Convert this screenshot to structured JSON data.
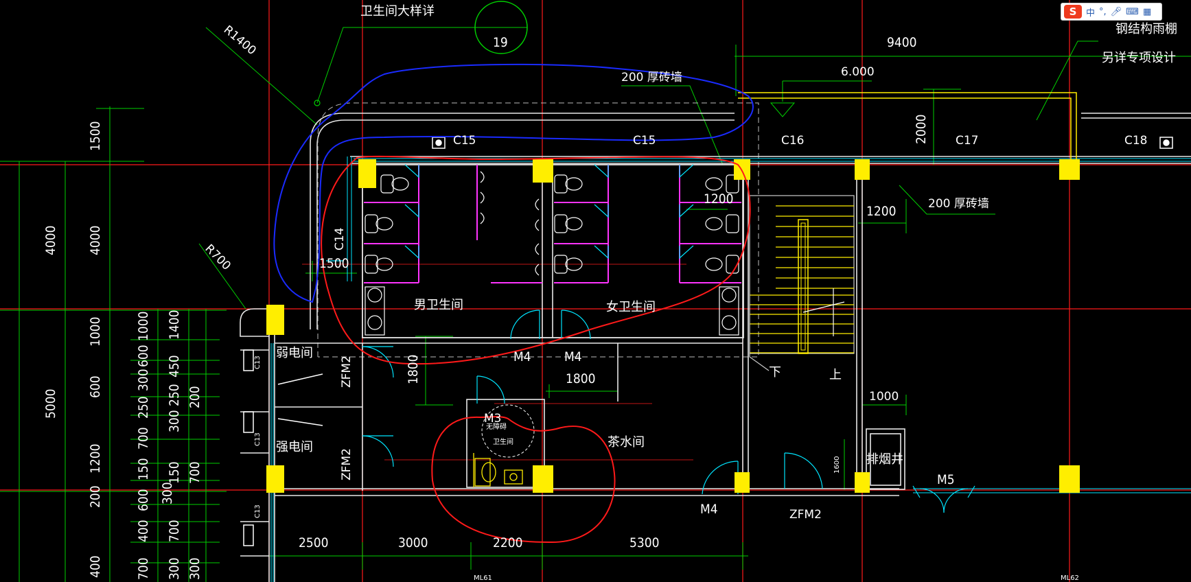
{
  "ime_toolbar": {
    "logo": "S",
    "mode": "中",
    "punct": "°,",
    "mic_icon": "mic-icon",
    "keyboard_icon": "keyboard-icon",
    "grid_icon": "grid-icon"
  },
  "labels": {
    "top_title": "卫生间大样详",
    "detail_no": "19",
    "r1400": "R1400",
    "r700": "R700",
    "wall200_top": "200 厚砖墙",
    "wall200_right": "200 厚砖墙",
    "dim_9400": "9400",
    "dim_6000": "6.000",
    "steel_canopy": "钢结构雨棚",
    "special_design": "另详专项设计",
    "c15_a": "C15",
    "c15_b": "C15",
    "c16": "C16",
    "c17": "C17",
    "c18": "C18",
    "dim_2000": "2000",
    "dim_1200_a": "1200",
    "dim_1200_b": "1200",
    "c14": "C14",
    "dim_1500_wall": "1500",
    "mens_wc": "男卫生间",
    "womens_wc": "女卫生间",
    "m4_a": "M4",
    "m4_b": "M4",
    "m4_c": "M4",
    "dim_1800_a": "1800",
    "dim_1800_b": "1800",
    "weak_room": "弱电间",
    "strong_room": "强电间",
    "zfm2_a": "ZFM2",
    "zfm2_b": "ZFM2",
    "zfm2_c": "ZFM2",
    "c13_a": "C13",
    "c13_b": "C13",
    "c13_c": "C13",
    "m3": "M3",
    "accessible_1": "无障碍",
    "accessible_2": "卫生间",
    "tea_room": "茶水间",
    "stair_down": "下",
    "stair_up": "上",
    "dim_1000": "1000",
    "dim_1600": "1600",
    "smoke_shaft": "排烟井",
    "m5": "M5",
    "ml_a": "ML61",
    "ml_b": "ML62"
  },
  "bottom_dims": [
    "2500",
    "3000",
    "2200",
    "5300"
  ],
  "left_dims": {
    "col1": [
      "4000",
      "5000"
    ],
    "col2": [
      "1500",
      "4000",
      "1000",
      "600",
      "1200",
      "200",
      "400"
    ],
    "col3": [
      "1000",
      "600",
      "250",
      "300",
      "700",
      "600",
      "400",
      "700",
      "150",
      "300"
    ],
    "col4": [
      "1400",
      "450",
      "250",
      "300",
      "700",
      "200",
      "150",
      "700",
      "300",
      "300"
    ]
  },
  "colors": {
    "background": "#000000",
    "axis_red": "#ff1a1a",
    "dim_green": "#00d000",
    "column_yellow": "#ffee00",
    "fixture_cyan": "#00e5ff",
    "partition_magenta": "#ff33ff",
    "markup_blue": "#1a2bff",
    "markup_red": "#ff1a1a",
    "wall_white": "#ffffff"
  }
}
